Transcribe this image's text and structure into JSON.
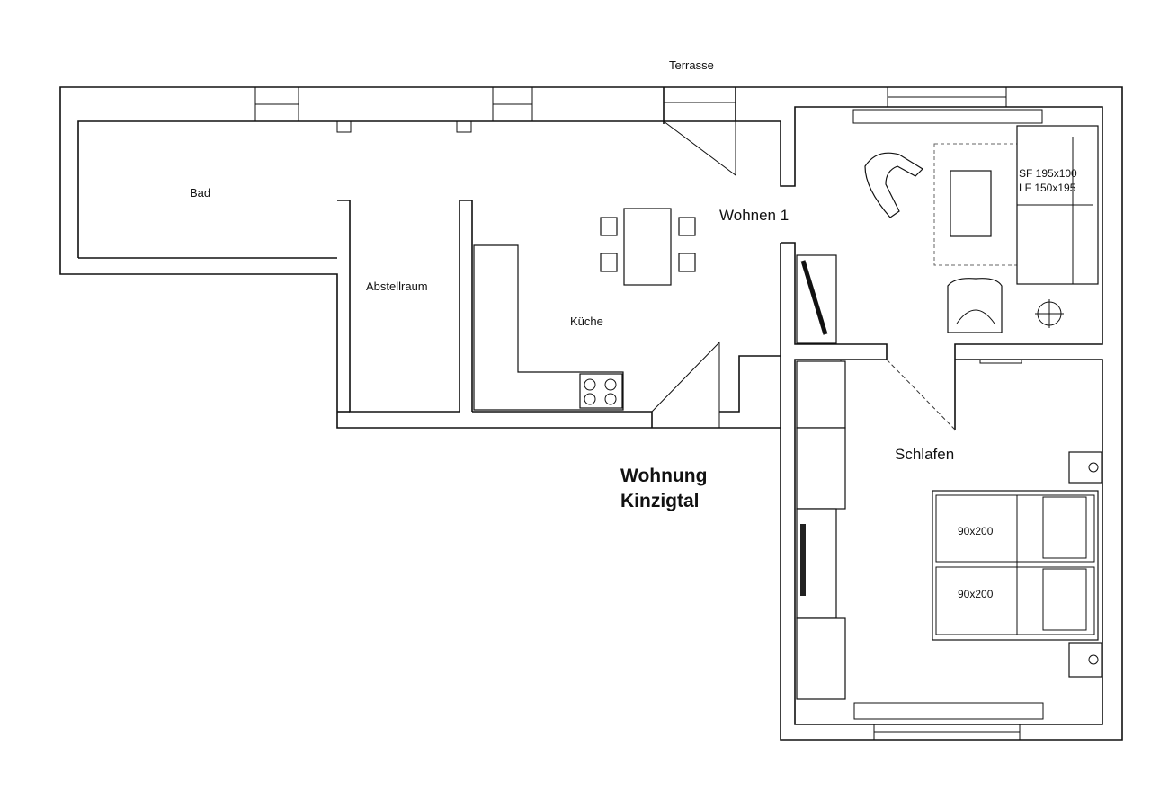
{
  "labels": {
    "terrasse": "Terrasse",
    "bad": "Bad",
    "abstellraum": "Abstellraum",
    "kueche": "Küche",
    "wohnen": "Wohnen 1",
    "schlafen": "Schlafen",
    "sofa_line1": "SF 195x100",
    "sofa_line2": "LF 150x195",
    "bed1": "90x200",
    "bed2": "90x200",
    "title_line1": "Wohnung",
    "title_line2": "Kinzigtal"
  }
}
